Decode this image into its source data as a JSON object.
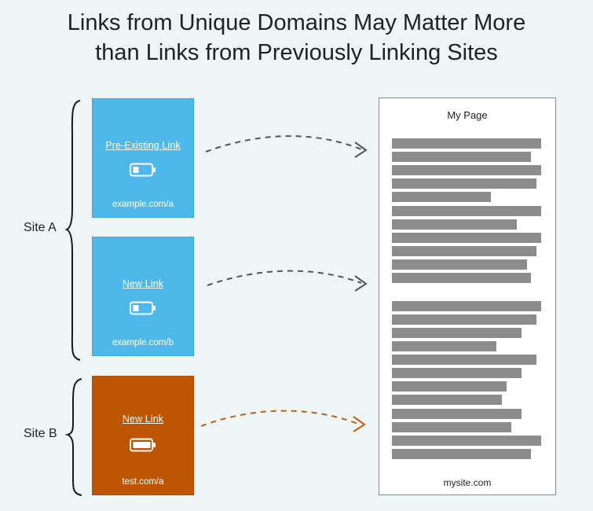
{
  "title": {
    "line1": "Links from Unique Domains May Matter More",
    "line2": "than Links from Previously Linking Sites"
  },
  "site_labels": {
    "site_a": "Site A",
    "site_b": "Site B"
  },
  "cards": [
    {
      "link": "Pre-Existing Link",
      "domain": "example.com/a",
      "color": "#4fb8ea",
      "icon": "battery-icon",
      "battery_level": 0.3
    },
    {
      "link": "New Link",
      "domain": "example.com/b",
      "color": "#4fb8ea",
      "icon": "battery-icon",
      "battery_level": 0.3
    },
    {
      "link": "New Link",
      "domain": "test.com/a",
      "color": "#bd5505",
      "icon": "battery-icon",
      "battery_level": 0.85
    }
  ],
  "arrows": {
    "gray_color": "#555555",
    "orange_color": "#c0600e"
  },
  "page": {
    "title": "My Page",
    "footer": "mysite.com"
  }
}
